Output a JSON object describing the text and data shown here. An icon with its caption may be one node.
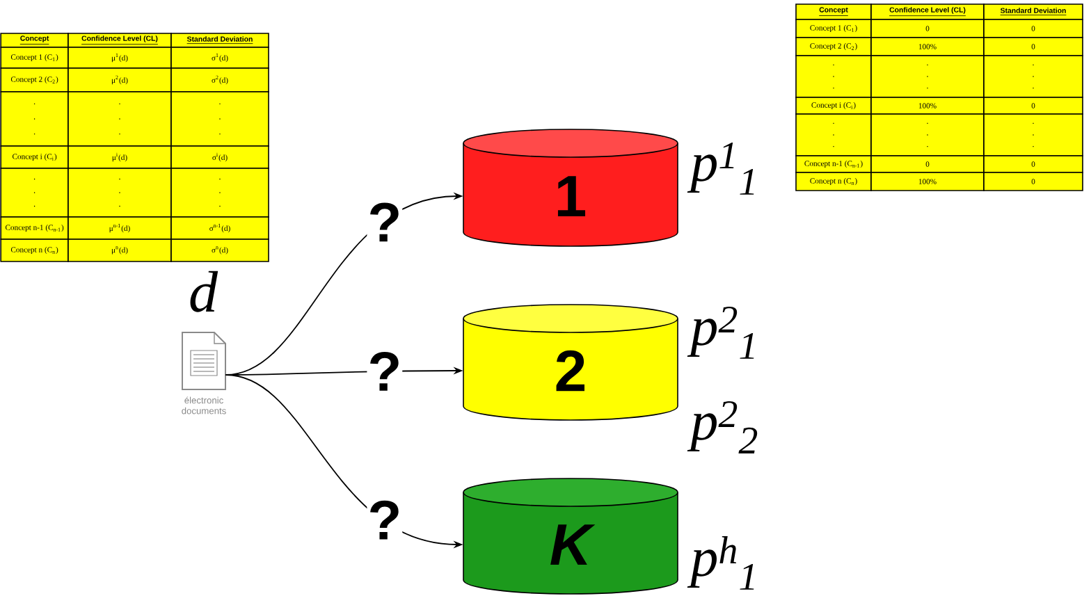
{
  "diagram": {
    "nodes": [
      {
        "text": [],
        "shape": "picture",
        "beside": [
          "d",
          "électronic documents"
        ]
      },
      {
        "text": [
          "1"
        ],
        "beside": [
          "p$^{1}$$_{1}$"
        ]
      },
      {
        "text": [
          "2"
        ],
        "beside": [
          "p$^{2}$$_{1}$",
          "p$^{2}$$_{2}$"
        ]
      },
      {
        "text": [
          "K"
        ],
        "beside": [
          "p$^{h}$$_{1}$"
        ]
      }
    ],
    "edges": [
      {
        "from": 0,
        "to": 1,
        "arrow": "to",
        "label": "?"
      },
      {
        "from": 0,
        "to": 2,
        "arrow": "to",
        "label": "?"
      },
      {
        "from": 0,
        "to": 3,
        "arrow": "to",
        "label": "?"
      }
    ],
    "labels": [
      "Concept",
      "Confidence Level (CL)",
      "Standard Deviation",
      "Concept 1 (C$_{1}$)",
      "μ$^{1}$(d)",
      "σ$^{1}$(d)",
      "Concept 2 (C$_{2}$)",
      "μ$^{2}$(d)",
      "σ$^{2}$(d)",
      ". . .",
      ". . .",
      ". . .",
      "Concept i (C$_{i}$)",
      "μ$^{i}$(d)",
      "σ$^{i}$(d)",
      ". . .",
      ". . .",
      ". . .",
      "Concept n-1 (C$_{n-1}$)",
      "μ$^{n-1}$(d)",
      "σ$^{n-1}$(d)",
      "Concept n (C$_{n}$)",
      "μ$^{n}$(d)",
      "σ$^{n}$(d)",
      "Concept",
      "Confidence Level (CL)",
      "Standard Deviation",
      "Concept 1 (C$_{1}$)",
      "0",
      "0",
      "Concept 2 (C$_{2}$)",
      "100%",
      "0",
      ". . .",
      ". . .",
      ". . .",
      "Concept i (C$_{i}$)",
      "100%",
      "0",
      ". . .",
      ". . .",
      ". . .",
      "Concept n-1 (C$_{n-1}$)",
      "0",
      "0",
      "Concept n (C$_{n}$)",
      "100%",
      "0"
    ]
  }
}
